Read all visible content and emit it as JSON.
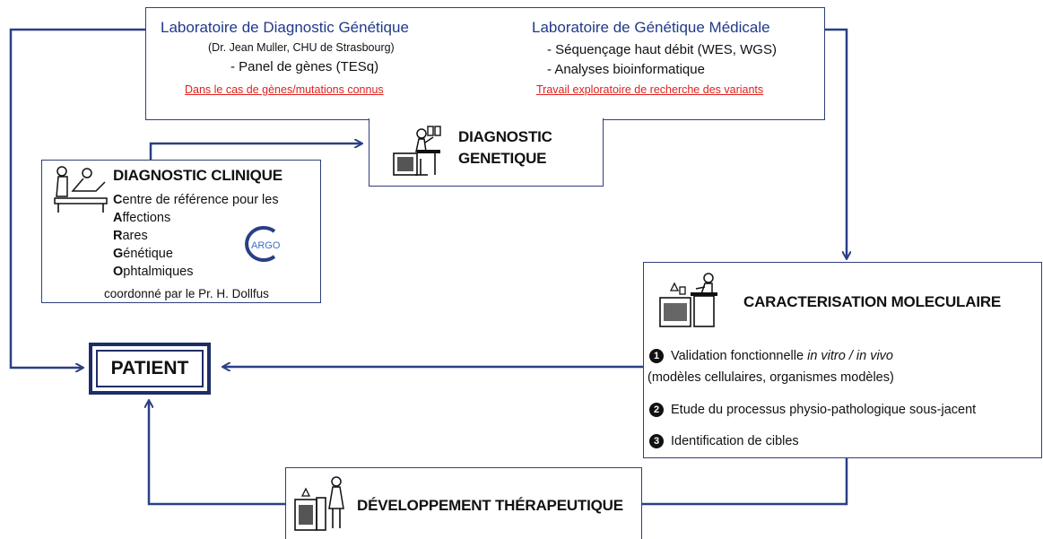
{
  "colors": {
    "arrow": "#2a3f86",
    "box_border": "#2f3f7a",
    "title_blue": "#1f3a8a",
    "red_note": "#e0201c"
  },
  "lab_diag": {
    "title": "Laboratoire de Diagnostic Génétique",
    "subtitle": "(Dr. Jean Muller, CHU de Strasbourg)",
    "item": "- Panel de gènes (TESq)",
    "note": "Dans le cas de gènes/mutations connus"
  },
  "lab_med": {
    "title": "Laboratoire de Génétique Médicale",
    "item1": "- Séquençage haut débit (WES, WGS)",
    "item2": "- Analyses bioinformatique",
    "note": "Travail exploratoire de recherche des variants"
  },
  "diag_gen": {
    "line1": "DIAGNOSTIC",
    "line2": "GENETIQUE"
  },
  "diag_clin": {
    "title": "DIAGNOSTIC CLINIQUE",
    "acronym": [
      {
        "letter": "C",
        "rest": "entre de référence pour les"
      },
      {
        "letter": "A",
        "rest": "ffections"
      },
      {
        "letter": "R",
        "rest": "ares"
      },
      {
        "letter": "G",
        "rest": "énétique"
      },
      {
        "letter": "O",
        "rest": "phtalmiques"
      }
    ],
    "coord": "coordonné par le Pr. H. Dollfus",
    "logo_text": "ARGO"
  },
  "patient": {
    "label": "PATIENT"
  },
  "caract": {
    "title": "CARACTERISATION MOLECULAIRE",
    "items": [
      {
        "num": "1",
        "text_a": "Validation fonctionnelle ",
        "text_i": "in vitro / in vivo"
      },
      {
        "text": "(modèles cellulaires, organismes modèles)"
      },
      {
        "num": "2",
        "text": "Etude du processus physio-pathologique sous-jacent"
      },
      {
        "num": "3",
        "text": "Identification de cibles"
      }
    ]
  },
  "dev": {
    "title": "DÉVELOPPEMENT THÉRAPEUTIQUE"
  }
}
